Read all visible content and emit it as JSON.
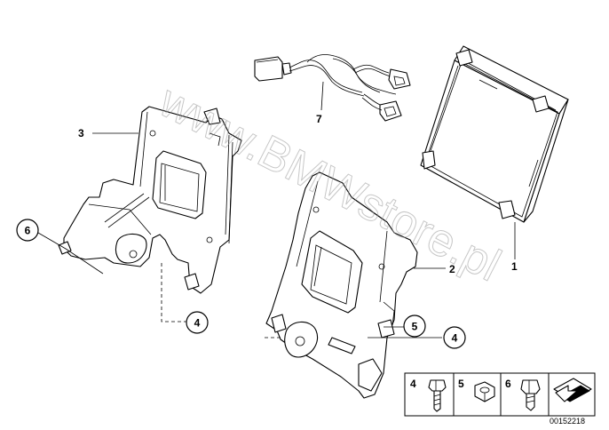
{
  "parts": [
    {
      "id": "part-1",
      "label": "1"
    },
    {
      "id": "part-2",
      "label": "2"
    },
    {
      "id": "part-3",
      "label": "3"
    },
    {
      "id": "part-4a",
      "label": "4"
    },
    {
      "id": "part-4b",
      "label": "4"
    },
    {
      "id": "part-5",
      "label": "5"
    },
    {
      "id": "part-6",
      "label": "6"
    },
    {
      "id": "part-7",
      "label": "7"
    }
  ],
  "legend": {
    "items": [
      "4",
      "5",
      "6"
    ]
  },
  "watermark": "www.BMWstore.pl",
  "diagram_code": "00152218"
}
